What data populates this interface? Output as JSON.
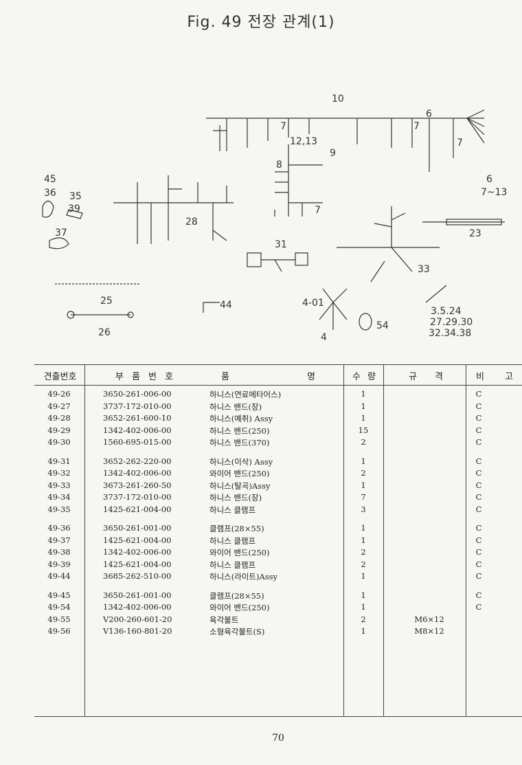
{
  "page": {
    "title": "Fig. 49  전장 관계(1)",
    "page_number": "70"
  },
  "diagram": {
    "callouts": [
      "10",
      "6",
      "7",
      "7",
      "7",
      "12,13",
      "9",
      "8",
      "45",
      "36",
      "35",
      "39",
      "28",
      "7",
      "6",
      "7~13",
      "37",
      "31",
      "23",
      "33",
      "25",
      "44",
      "4-01",
      "54",
      "4",
      "3.5.24",
      "27.29.30",
      "32.34.38",
      "26"
    ]
  },
  "table": {
    "headers": [
      "견출번호",
      "부 품 번 호",
      "품",
      "명",
      "수 량",
      "규 격",
      "비 고"
    ],
    "groups": [
      [
        {
          "no": "49-26",
          "part": "3650-261-006-00",
          "name": "하니스(연료메타어스)",
          "qty": "1",
          "spec": "",
          "remark": "C"
        },
        {
          "no": "49-27",
          "part": "3737-172-010-00",
          "name": "하니스 밴드(장)",
          "qty": "1",
          "spec": "",
          "remark": "C"
        },
        {
          "no": "49-28",
          "part": "3652-261-600-10",
          "name": "하니스(예취) Assy",
          "qty": "1",
          "spec": "",
          "remark": "C"
        },
        {
          "no": "49-29",
          "part": "1342-402-006-00",
          "name": "하니스 밴드(250)",
          "qty": "15",
          "spec": "",
          "remark": "C"
        },
        {
          "no": "49-30",
          "part": "1560-695-015-00",
          "name": "하니스 밴드(370)",
          "qty": "2",
          "spec": "",
          "remark": "C"
        }
      ],
      [
        {
          "no": "49-31",
          "part": "3652-262-220-00",
          "name": "하니스(이삭) Assy",
          "qty": "1",
          "spec": "",
          "remark": "C"
        },
        {
          "no": "49-32",
          "part": "1342-402-006-00",
          "name": "와이어 밴드(250)",
          "qty": "2",
          "spec": "",
          "remark": "C"
        },
        {
          "no": "49-33",
          "part": "3673-261-260-50",
          "name": "하니스(탈곡)Assy",
          "qty": "1",
          "spec": "",
          "remark": "C"
        },
        {
          "no": "49-34",
          "part": "3737-172-010-00",
          "name": "하니스 밴드(장)",
          "qty": "7",
          "spec": "",
          "remark": "C"
        },
        {
          "no": "49-35",
          "part": "1425-621-004-00",
          "name": "하니스 클램프",
          "qty": "3",
          "spec": "",
          "remark": "C"
        }
      ],
      [
        {
          "no": "49-36",
          "part": "3650-261-001-00",
          "name": "클램프(28×55)",
          "qty": "1",
          "spec": "",
          "remark": "C"
        },
        {
          "no": "49-37",
          "part": "1425-621-004-00",
          "name": "하니스 클램프",
          "qty": "1",
          "spec": "",
          "remark": "C"
        },
        {
          "no": "49-38",
          "part": "1342-402-006-00",
          "name": "와이어 밴드(250)",
          "qty": "2",
          "spec": "",
          "remark": "C"
        },
        {
          "no": "49-39",
          "part": "1425-621-004-00",
          "name": "하니스 클램프",
          "qty": "2",
          "spec": "",
          "remark": "C"
        },
        {
          "no": "49-44",
          "part": "3685-262-510-00",
          "name": "하니스(라이트)Assy",
          "qty": "1",
          "spec": "",
          "remark": "C"
        }
      ],
      [
        {
          "no": "49-45",
          "part": "3650-261-001-00",
          "name": "클램프(28×55)",
          "qty": "1",
          "spec": "",
          "remark": "C"
        },
        {
          "no": "49-54",
          "part": "1342-402-006-00",
          "name": "와이어 밴드(250)",
          "qty": "1",
          "spec": "",
          "remark": "C"
        },
        {
          "no": "49-55",
          "part": "V200-260-601-20",
          "name": "육각볼트",
          "qty": "2",
          "spec": "M6×12",
          "remark": ""
        },
        {
          "no": "49-56",
          "part": "V136-160-801-20",
          "name": "소형육각볼트(S)",
          "qty": "1",
          "spec": "M8×12",
          "remark": ""
        }
      ]
    ]
  }
}
